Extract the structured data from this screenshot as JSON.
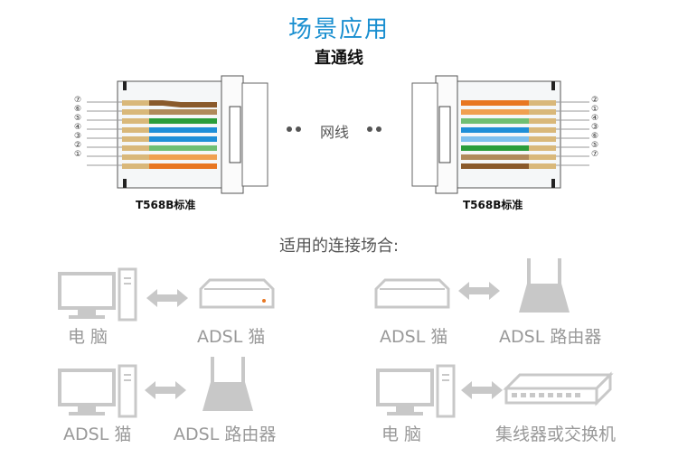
{
  "header": {
    "title": "场景应用",
    "subtitle": "直通线"
  },
  "connector_left": {
    "label": "T568B标准",
    "pins": [
      "⑦",
      "⑥",
      "⑤",
      "④",
      "③",
      "②",
      "①"
    ]
  },
  "connector_right": {
    "label": "T568B标准",
    "pins": [
      "②",
      "①",
      "④",
      "③",
      "⑥",
      "⑤",
      "⑦"
    ]
  },
  "cable_label": "网线",
  "applicable_heading": "适用的连接场合:",
  "scenarios": [
    {
      "left_label": "电  脑",
      "right_label": "ADSL 猫",
      "left_icon": "computer-icon",
      "right_icon": "adsl-modem-icon"
    },
    {
      "left_label": "ADSL 猫",
      "right_label": "ADSL 路由器",
      "left_icon": "adsl-modem-icon",
      "right_icon": "router-icon"
    },
    {
      "left_label": "ADSL 猫",
      "right_label": "ADSL 路由器",
      "left_icon": "computer-icon",
      "right_icon": "router-icon"
    },
    {
      "left_label": "电  脑",
      "right_label": "集线器或交换机",
      "left_icon": "computer-icon",
      "right_icon": "switch-icon"
    }
  ],
  "colors": {
    "title": "#1a8fd0",
    "icon_gray": "#c8c8c8",
    "wire_orange": "#e87722",
    "wire_green": "#2a9d3a",
    "wire_blue": "#1e8fd8",
    "wire_brown": "#8a5a2b",
    "wire_tan": "#d9b87a"
  }
}
